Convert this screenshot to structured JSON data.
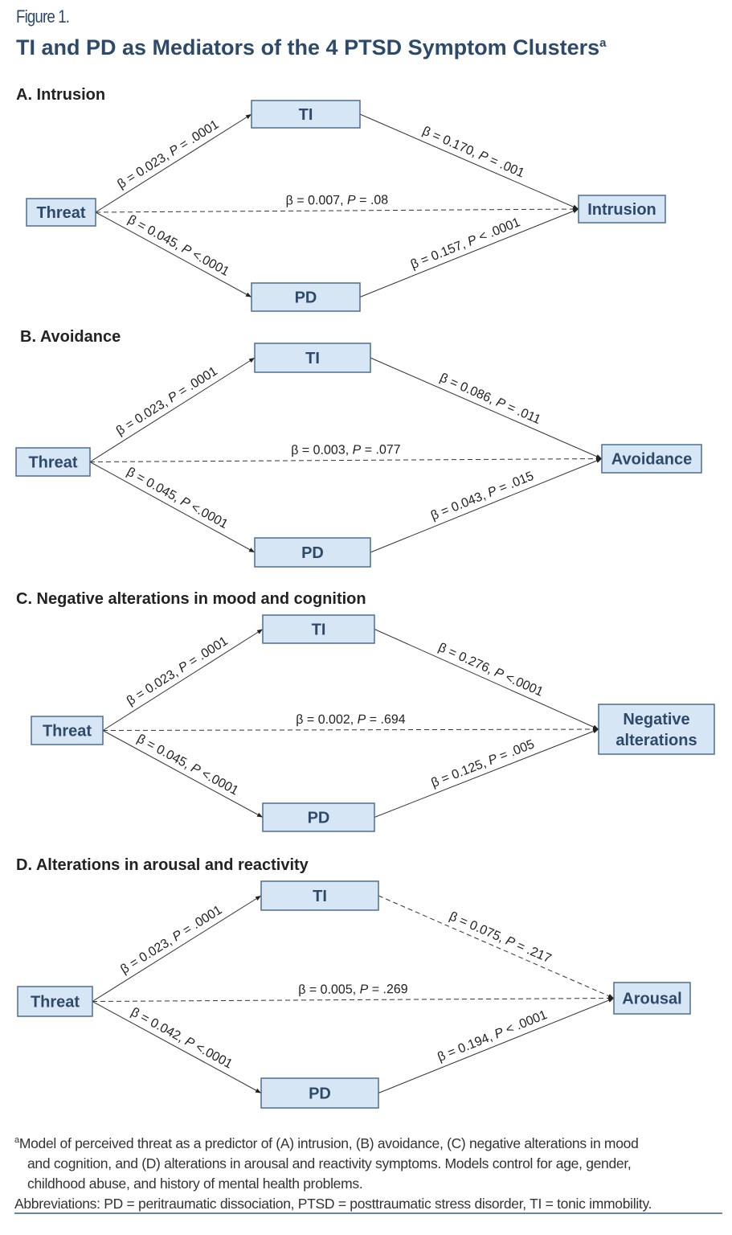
{
  "figure": {
    "label": "Figure 1.",
    "title": "TI and PD as Mediators of the 4 PTSD Symptom Clusters",
    "title_sup": "a"
  },
  "colors": {
    "title": "#2e4a6b",
    "box_fill": "#d6e6f5",
    "box_border": "#4d6e8f",
    "box_text": "#2e4a6b",
    "line": "#333333"
  },
  "panels": [
    {
      "heading": "A. Intrusion",
      "predictor": "Threat",
      "mediator1": "TI",
      "mediator2": "PD",
      "outcome": [
        "Intrusion"
      ],
      "edges": {
        "threat_ti": "β = 0.023, P = .0001",
        "threat_pd": "β = 0.045, P <.0001",
        "threat_outcome": "β = 0.007, P = .08",
        "ti_outcome": "β = 0.170, P = .001",
        "pd_outcome": "β = 0.157, P < .0001"
      },
      "dashed": [
        "threat_outcome"
      ]
    },
    {
      "heading": "B. Avoidance",
      "predictor": "Threat",
      "mediator1": "TI",
      "mediator2": "PD",
      "outcome": [
        "Avoidance"
      ],
      "edges": {
        "threat_ti": "β = 0.023, P = .0001",
        "threat_pd": "β = 0.045, P <.0001",
        "threat_outcome": "β = 0.003, P = .077",
        "ti_outcome": "β = 0.086, P = .011",
        "pd_outcome": "β = 0.043, P = .015"
      },
      "dashed": [
        "threat_outcome"
      ]
    },
    {
      "heading": "C. Negative alterations in mood and cognition",
      "predictor": "Threat",
      "mediator1": "TI",
      "mediator2": "PD",
      "outcome": [
        "Negative",
        "alterations"
      ],
      "edges": {
        "threat_ti": "β = 0.023, P = .0001",
        "threat_pd": "β = 0.045, P <.0001",
        "threat_outcome": "β = 0.002, P = .694",
        "ti_outcome": "β = 0.276, P <.0001",
        "pd_outcome": "β = 0.125, P = .005"
      },
      "dashed": [
        "threat_outcome"
      ]
    },
    {
      "heading": "D. Alterations in arousal and reactivity",
      "predictor": "Threat",
      "mediator1": "TI",
      "mediator2": "PD",
      "outcome": [
        "Arousal"
      ],
      "edges": {
        "threat_ti": "β = 0.023, P = .0001",
        "threat_pd": "β = 0.042, P <.0001",
        "threat_outcome": "β = 0.005, P = .269",
        "ti_outcome": "β = 0.075, P = .217",
        "pd_outcome": "β = 0.194, P < .0001"
      },
      "dashed": [
        "threat_outcome",
        "ti_outcome"
      ]
    }
  ],
  "footnote": {
    "marker": "a",
    "line1": "Model of perceived threat as a predictor of (A) intrusion, (B) avoidance, (C) negative alterations in mood",
    "line2": "and cognition, and (D) alterations in arousal and reactivity symptoms. Models control for age, gender,",
    "line3": "childhood abuse, and history of mental health problems.",
    "abbreviations": "Abbreviations: PD = peritraumatic dissociation, PTSD = posttraumatic stress disorder, TI = tonic immobility."
  }
}
